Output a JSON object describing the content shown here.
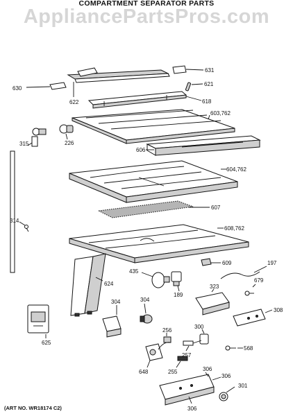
{
  "watermark": "AppliancePartsPros.com",
  "title": "COMPARTMENT SEPARATOR PARTS",
  "art_number": "(ART NO. WR18174 C2)",
  "callouts": [
    {
      "id": "c631",
      "label": "631"
    },
    {
      "id": "c630",
      "label": "630"
    },
    {
      "id": "c621",
      "label": "621"
    },
    {
      "id": "c622",
      "label": "622"
    },
    {
      "id": "c618",
      "label": "618"
    },
    {
      "id": "c603",
      "label": "603,762"
    },
    {
      "id": "c315",
      "label": "315"
    },
    {
      "id": "c226",
      "label": "226"
    },
    {
      "id": "c606",
      "label": "606"
    },
    {
      "id": "c604",
      "label": "604,762"
    },
    {
      "id": "c607",
      "label": "607"
    },
    {
      "id": "c314",
      "label": "314"
    },
    {
      "id": "c608",
      "label": "608,762"
    },
    {
      "id": "c435",
      "label": "435"
    },
    {
      "id": "c609",
      "label": "609"
    },
    {
      "id": "c197",
      "label": "197"
    },
    {
      "id": "c624",
      "label": "624"
    },
    {
      "id": "c323",
      "label": "323"
    },
    {
      "id": "c679",
      "label": "679"
    },
    {
      "id": "c189",
      "label": "189"
    },
    {
      "id": "c304a",
      "label": "304"
    },
    {
      "id": "c304b",
      "label": "304"
    },
    {
      "id": "c308",
      "label": "308"
    },
    {
      "id": "c300",
      "label": "300"
    },
    {
      "id": "c256",
      "label": "256"
    },
    {
      "id": "c625",
      "label": "625"
    },
    {
      "id": "c568",
      "label": "568"
    },
    {
      "id": "c257",
      "label": "257"
    },
    {
      "id": "c648",
      "label": "648"
    },
    {
      "id": "c255",
      "label": "255"
    },
    {
      "id": "c306a",
      "label": "306"
    },
    {
      "id": "c306b",
      "label": "306"
    },
    {
      "id": "c301",
      "label": "301"
    },
    {
      "id": "c306c",
      "label": "306"
    }
  ]
}
